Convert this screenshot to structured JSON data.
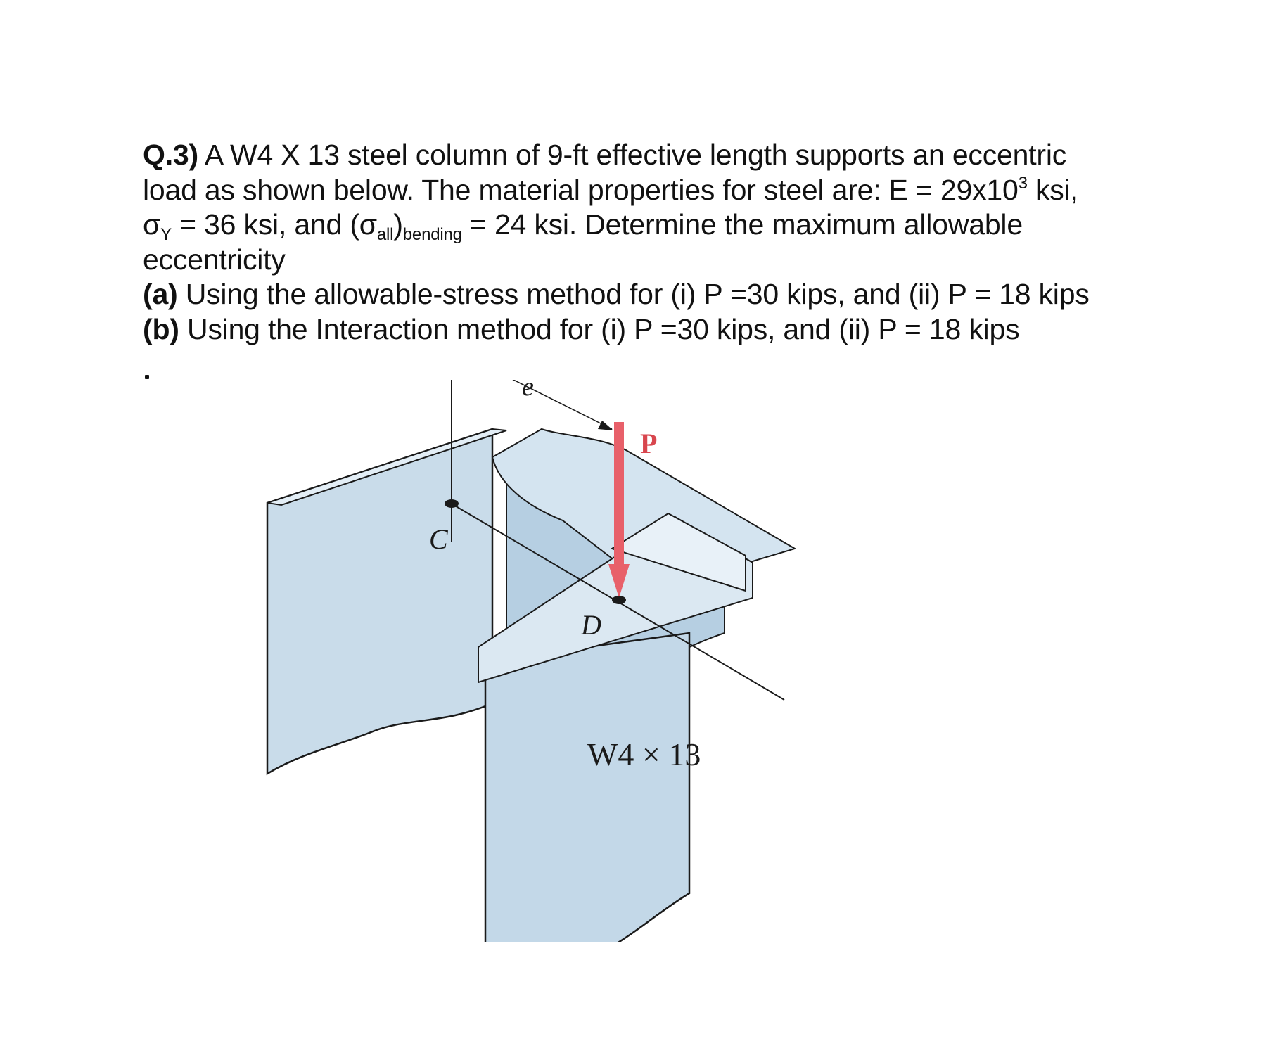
{
  "question": {
    "number": "Q.3)",
    "line1": " A W4 X 13 steel column of 9-ft effective length supports an eccentric",
    "line2_pre": "load as shown below. The material properties for steel are:  E = 29x10",
    "line2_sup": "3",
    "line2_post": " ksi,",
    "line3_sigma_y": "σ",
    "line3_y_sub": "Y",
    "line3_mid": " = 36 ksi, and (σ",
    "line3_all_sub": "all",
    "line3_paren": ")",
    "line3_bending_sub": "bending",
    "line3_post": " = 24 ksi. Determine the maximum allowable",
    "line4": "eccentricity",
    "part_a_label": "(a)",
    "part_a_text": " Using the allowable-stress method for (i) P =30 kips, and (ii) P = 18 kips",
    "part_b_label": "(b)",
    "part_b_text": " Using the Interaction method for (i) P =30 kips, and (ii) P = 18 kips",
    "stray_mark": "."
  },
  "figure": {
    "label_e": "e",
    "label_P": "P",
    "label_C": "C",
    "label_D": "D",
    "section_label": "W4 × 13",
    "colors": {
      "steel_face": "#c9dcea",
      "steel_light": "#e3eef6",
      "steel_dark": "#9fbdd3",
      "outline": "#1a1a1a",
      "load_arrow": "#e8606a",
      "label_red": "#d8464e"
    }
  }
}
